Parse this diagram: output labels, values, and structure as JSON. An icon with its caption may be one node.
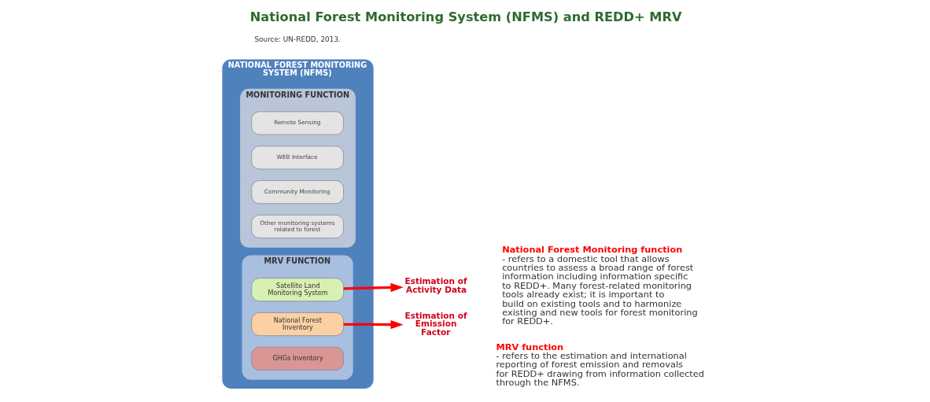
{
  "diagram": {
    "title": "National Forest Monitoring System (NFMS) and REDD+ MRV",
    "nodes": [
      {
        "text": [
          "NATIONAL FOREST MONITORING SYSTEM (NFMS)"
        ]
      },
      {
        "text": [
          "MONITORING FUNCTION"
        ],
        "in": 0
      },
      {
        "text": [
          "Remote Sensing"
        ],
        "in": 1
      },
      {
        "text": [
          "WEB Interface"
        ],
        "in": 1
      },
      {
        "text": [
          "Community Monitoring"
        ],
        "in": 1
      },
      {
        "text": [
          "Other monitoring systems related to forest"
        ],
        "in": 1
      },
      {
        "text": [
          "MRV FUNCTION"
        ],
        "in": 0
      },
      {
        "text": [
          "Satellite Land Monitoring System"
        ],
        "in": 6
      },
      {
        "text": [
          "National Forest Inventory"
        ],
        "in": 6
      },
      {
        "text": [
          "GHGs Inventory"
        ],
        "in": 6
      },
      {
        "text": [
          "Estimation of Activity Data"
        ]
      },
      {
        "text": [
          "Estimation of Emission Factor"
        ]
      }
    ],
    "edges": [
      {
        "from": 7,
        "to": 10,
        "arrow": "to"
      },
      {
        "from": 8,
        "to": 11,
        "arrow": "to"
      }
    ],
    "labels": [
      "Source: UN-REDD, 2013.",
      "**National Forest Monitoring function** - refers to a domestic tool that allows countries to assess a broad range of forest information including information specific to REDD+. Many forest-related monitoring tools already exist; it is important to build on existing tools and to harmonize existing and new tools for forest monitoring for REDD+.",
      "**MRV function** - refers to the estimation and international reporting of forest emission and removals for REDD+ drawing from information collected through the NFMS."
    ]
  }
}
